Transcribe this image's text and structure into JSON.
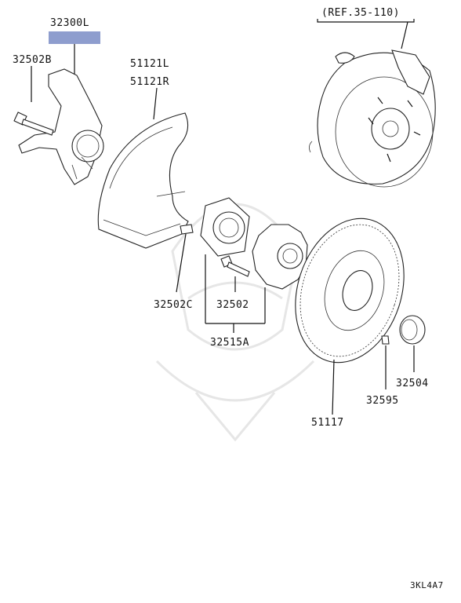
{
  "diagram": {
    "reference": "(REF.35-110)",
    "highlight_color": "#8e9dce",
    "footer_code": "3KL4A7",
    "labels": {
      "knuckle": "32300L",
      "knuckle_bolt": "32502B",
      "dust_shield_l": "51121L",
      "dust_shield_r": "51121R",
      "bolt_c": "32502C",
      "bolt": "32502",
      "hub_assembly": "32515A",
      "brake_disc": "51117",
      "screw": "32595",
      "hub_cap": "32504"
    }
  }
}
